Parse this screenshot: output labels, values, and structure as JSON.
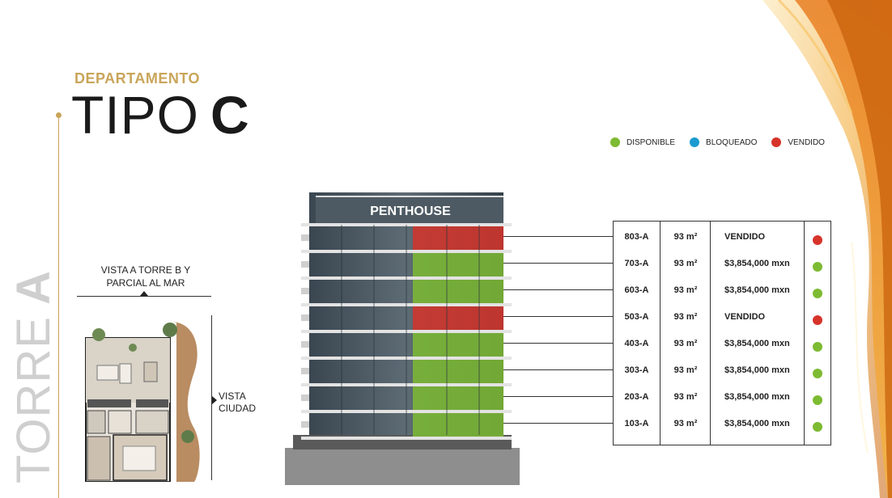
{
  "header": {
    "subtitle": "DEPARTAMENTO",
    "title_light": "TIPO",
    "title_bold": "C"
  },
  "side": {
    "torre_light": "TORRE",
    "torre_bold": "A"
  },
  "legend": [
    {
      "label": "DISPONIBLE",
      "color": "#7dbb32"
    },
    {
      "label": "BLOQUEADO",
      "color": "#1c9bd0"
    },
    {
      "label": "VENDIDO",
      "color": "#d6342a"
    }
  ],
  "plan": {
    "view_top": "VISTA A TORRE B Y PARCIAL AL MAR",
    "view_right": "VISTA CIUDAD"
  },
  "building": {
    "penthouse_label": "PENTHOUSE"
  },
  "units": [
    {
      "unit": "803-A",
      "area": "93 m²",
      "price": "VENDIDO",
      "status": "vendido"
    },
    {
      "unit": "703-A",
      "area": "93 m²",
      "price": "$3,854,000 mxn",
      "status": "disponible"
    },
    {
      "unit": "603-A",
      "area": "93 m²",
      "price": "$3,854,000 mxn",
      "status": "disponible"
    },
    {
      "unit": "503-A",
      "area": "93 m²",
      "price": "VENDIDO",
      "status": "vendido"
    },
    {
      "unit": "403-A",
      "area": "93 m²",
      "price": "$3,854,000 mxn",
      "status": "disponible"
    },
    {
      "unit": "303-A",
      "area": "93 m²",
      "price": "$3,854,000 mxn",
      "status": "disponible"
    },
    {
      "unit": "203-A",
      "area": "93 m²",
      "price": "$3,854,000 mxn",
      "status": "disponible"
    },
    {
      "unit": "103-A",
      "area": "93 m²",
      "price": "$3,854,000 mxn",
      "status": "disponible"
    }
  ],
  "status_colors": {
    "disponible": "#7dbb32",
    "bloqueado": "#1c9bd0",
    "vendido": "#d6342a"
  },
  "accent_color": "#c9a55a"
}
